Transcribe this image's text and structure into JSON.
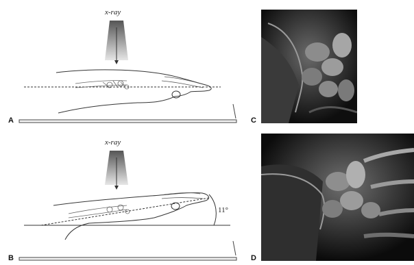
{
  "panels": {
    "a": {
      "letter": "A",
      "xray_label": "x-ray"
    },
    "b": {
      "letter": "B",
      "xray_label": "x-ray",
      "angle_label": "11°"
    },
    "c": {
      "letter": "C"
    },
    "d": {
      "letter": "D"
    }
  }
}
